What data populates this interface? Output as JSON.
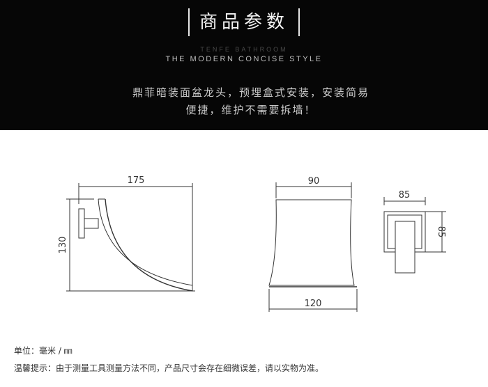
{
  "header": {
    "title": "商品参数",
    "brand_en": "TENFE BATHROOM",
    "subtitle_en": "THE MODERN CONCISE STYLE",
    "description_line1": "鼎菲暗装面盆龙头，预埋盒式安装，安装简易",
    "description_line2": "便捷，维护不需要拆墙！"
  },
  "dimensions": {
    "side_width": "175",
    "side_height": "130",
    "front_top": "90",
    "front_bottom": "120",
    "box_width": "85",
    "box_height": "85"
  },
  "footer": {
    "unit": "单位：毫米 / ㎜",
    "tip": "温馨提示：由于测量工具测量方法不同，产品尺寸会存在细微误差，请以实物为准。"
  }
}
